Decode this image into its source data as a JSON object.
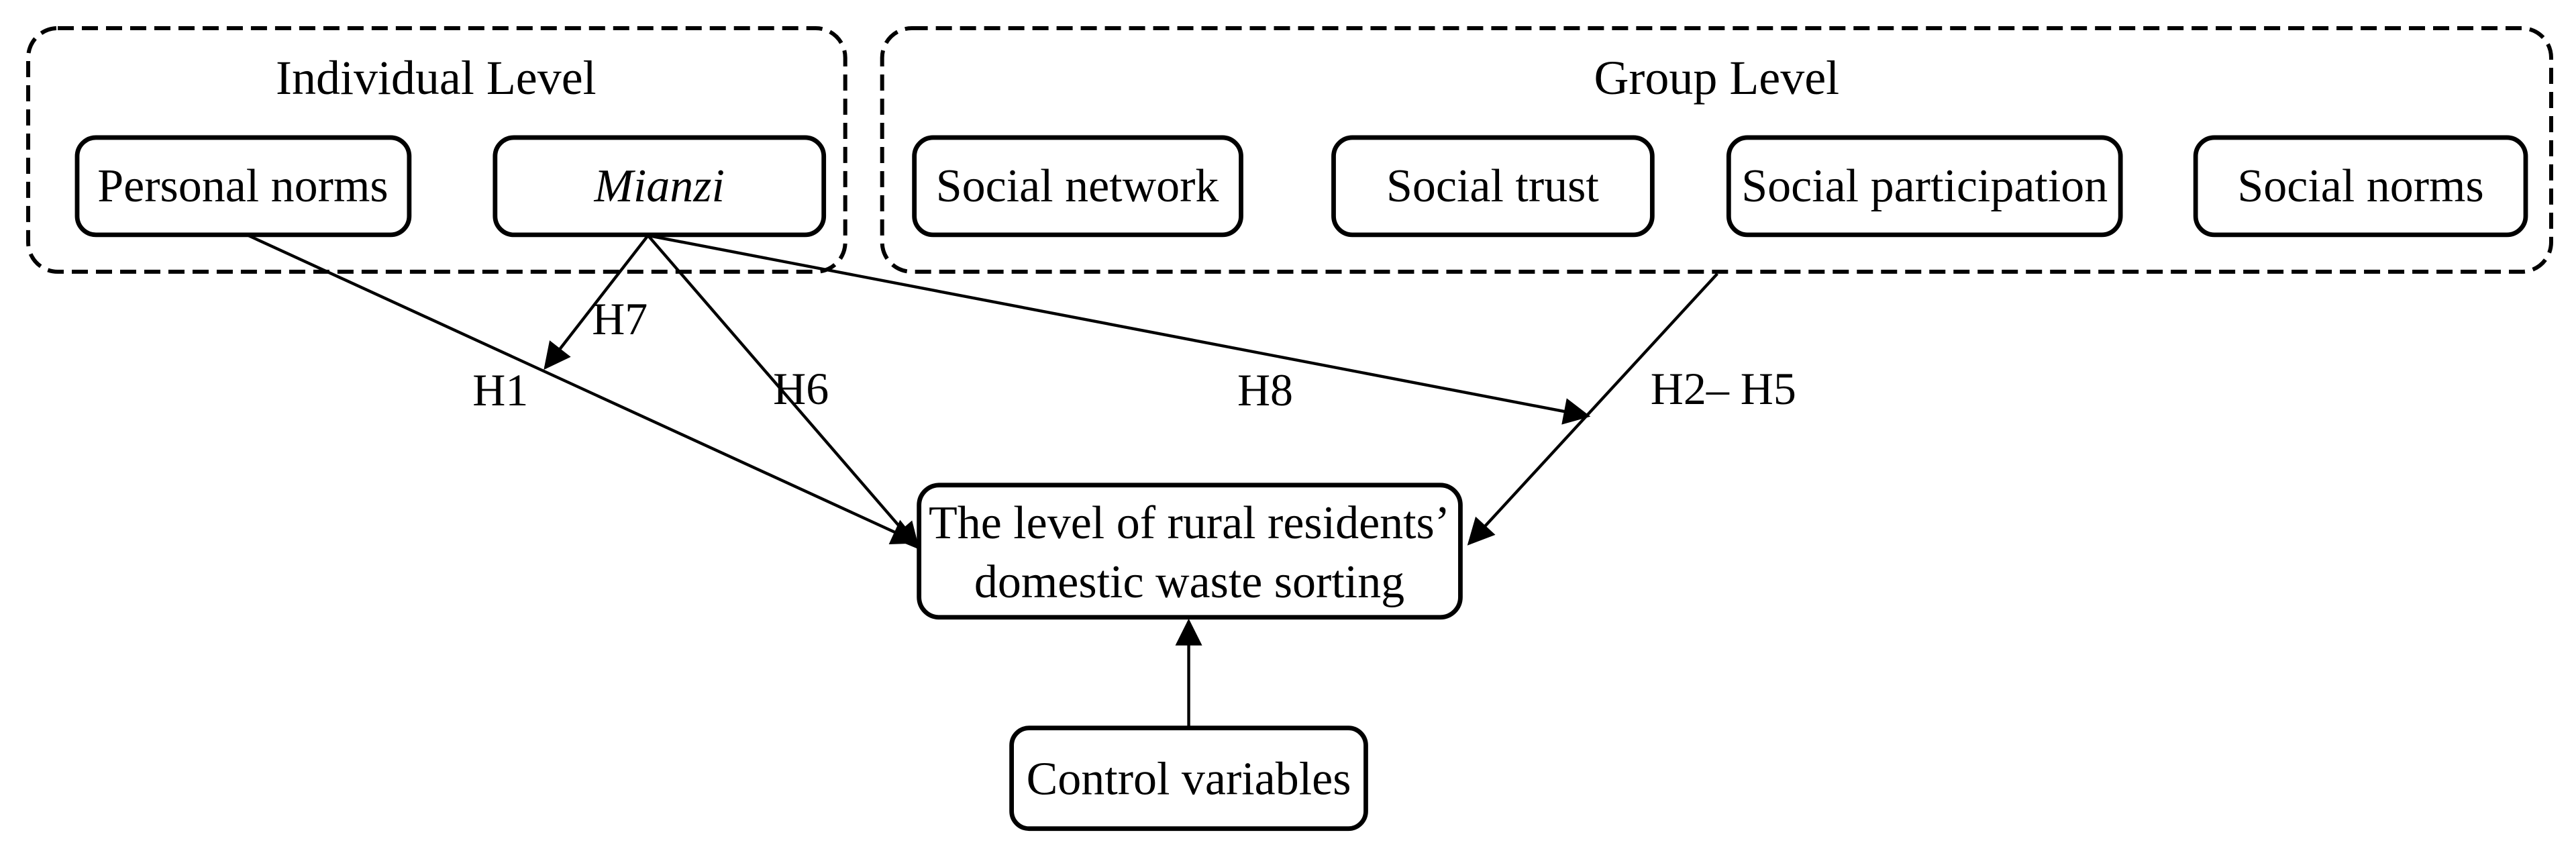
{
  "diagram": {
    "colors": {
      "ink": "#000000",
      "background": "#ffffff"
    },
    "individual_level": {
      "title": "Individual Level",
      "boxes": [
        {
          "label": "Personal norms"
        },
        {
          "label": "Mianzi"
        }
      ]
    },
    "group_level": {
      "title": "Group Level",
      "boxes": [
        {
          "label": "Social network"
        },
        {
          "label": "Social trust"
        },
        {
          "label": "Social participation"
        },
        {
          "label": "Social norms"
        }
      ]
    },
    "outcome": {
      "line1": "The level of rural residents’",
      "line2": "domestic waste sorting"
    },
    "control": {
      "label": "Control variables"
    },
    "hypotheses": {
      "h1": "H1",
      "h2_h5": "H2– H5",
      "h6": "H6",
      "h7": "H7",
      "h8": "H8"
    }
  }
}
